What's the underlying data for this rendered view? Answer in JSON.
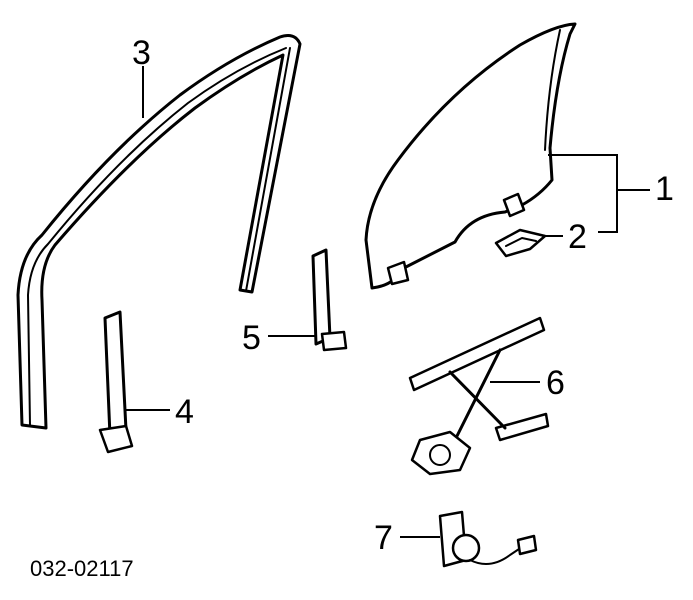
{
  "diagram_code": "032-02117",
  "callouts": [
    {
      "label": "1"
    },
    {
      "label": "2"
    },
    {
      "label": "3"
    },
    {
      "label": "4"
    },
    {
      "label": "5"
    },
    {
      "label": "6"
    },
    {
      "label": "7"
    }
  ]
}
